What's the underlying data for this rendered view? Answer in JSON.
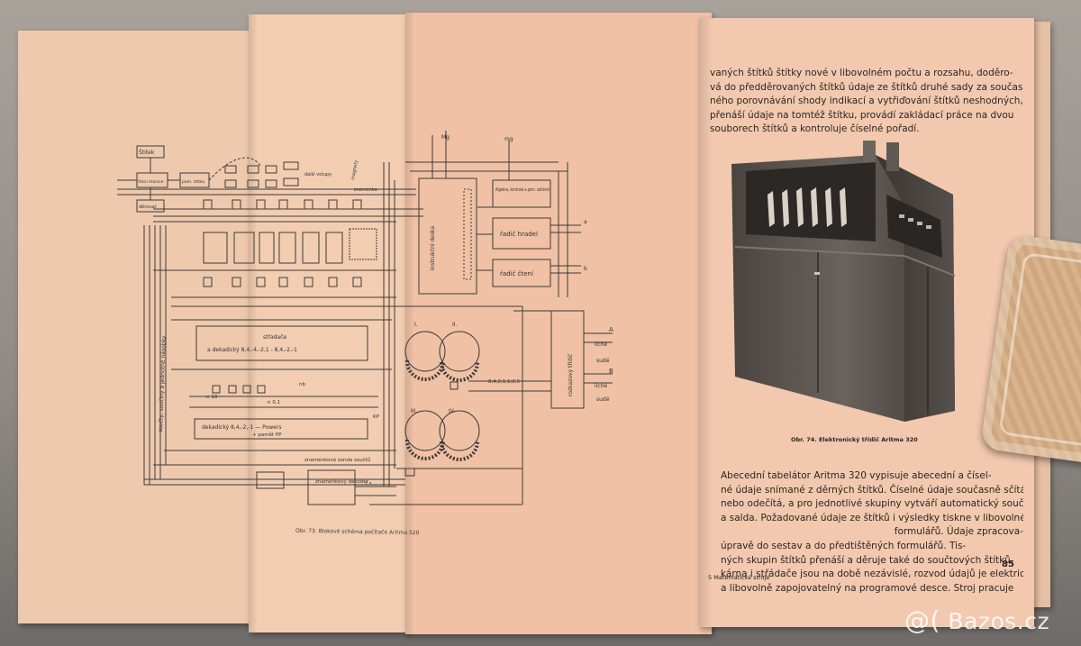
{
  "schematic": {
    "caption": "Obr. 73. Blokové schéma počítače Aritma 520",
    "labels": {
      "stitek": "Štítek",
      "snimac": "čtecí stanice",
      "prenos": "pam. stítku",
      "derovac": "děrovač",
      "vstupy": "další vstupy",
      "magnety": "magnety",
      "znamenko": "znaménko",
      "mg1": "Mg",
      "mg2": "mg",
      "algebra": "Algebra, kontrola a pom. zařízení",
      "hradel": "řadič hradel",
      "cteni": "řadič čtení",
      "instrukcni": "instrukční deska",
      "stradace": "střadače",
      "dekadicky": "a dekadický 8,4,-4,-2,1 - 8,4,-2,-1",
      "dekadicky2": "dekadický 8,4,-2,-1 — Powers",
      "registr": "+ pamět PP",
      "soucty": "součty, součiny a jednotné násobky",
      "zn_sonda": "znaménková sonda součtů",
      "zn_dekoder": "znaménkový dekodér",
      "rozkazovy": "rozkazový třídič",
      "liche1": "liché",
      "sude1": "sudé",
      "liche2": "liché",
      "sude2": "sudé",
      "seq": "8,4,2,1,1;2,5",
      "x10": "× 10",
      "x01": "× 0,1",
      "roman1": "I.",
      "roman2": "II.",
      "roman3": "III.",
      "roman4": "IV.",
      "nb": "nb",
      "kp": "KP",
      "a": "a",
      "b": "b",
      "A": "A",
      "B": "B",
      "fs": "f s"
    }
  },
  "right_page": {
    "para1_lines": [
      "vaných štítků štítky nové v libovolném počtu a rozsahu, doděro-",
      "vá do předděrovaných štítků údaje ze štítků druhé sady za součas-",
      "ného porovnávání shody indikací a vytřiďování štítků neshodných,",
      "přenáší údaje na tomtéž štítku, provádí zakládací práce na dvou",
      "souborech štítků a kontroluje číselné pořadí."
    ],
    "photo_caption": "Obr. 74. Elektronický třídič Aritma 320",
    "para2_lines": [
      "Abecední tabelátor Aritma 320 vypisuje abecední a čísel-",
      "né údaje snímané z děrných štítků. Číselné údaje současně sčítá",
      "nebo odečítá, a pro jednotlivé skupiny vytváří automatický součty",
      "a salda. Požadované údaje ze štítků i výsledky tiskne v libovolné",
      "formulářů. Údaje zpracova-",
      "úpravě do sestav a do předtištěných formulářů. Tis-",
      "ných skupin štítků přenáší a děruje také do součtových štítků.",
      "kárna i střádače jsou na době nezávislé, rozvod údajů je elektrický",
      "a libovolně zapojovatelný na programové desce. Stroj pracuje"
    ],
    "page_number": "85",
    "footer": "5  Matematické stroje"
  },
  "watermark": {
    "symbol": "@(",
    "text": "Bazos.cz"
  }
}
